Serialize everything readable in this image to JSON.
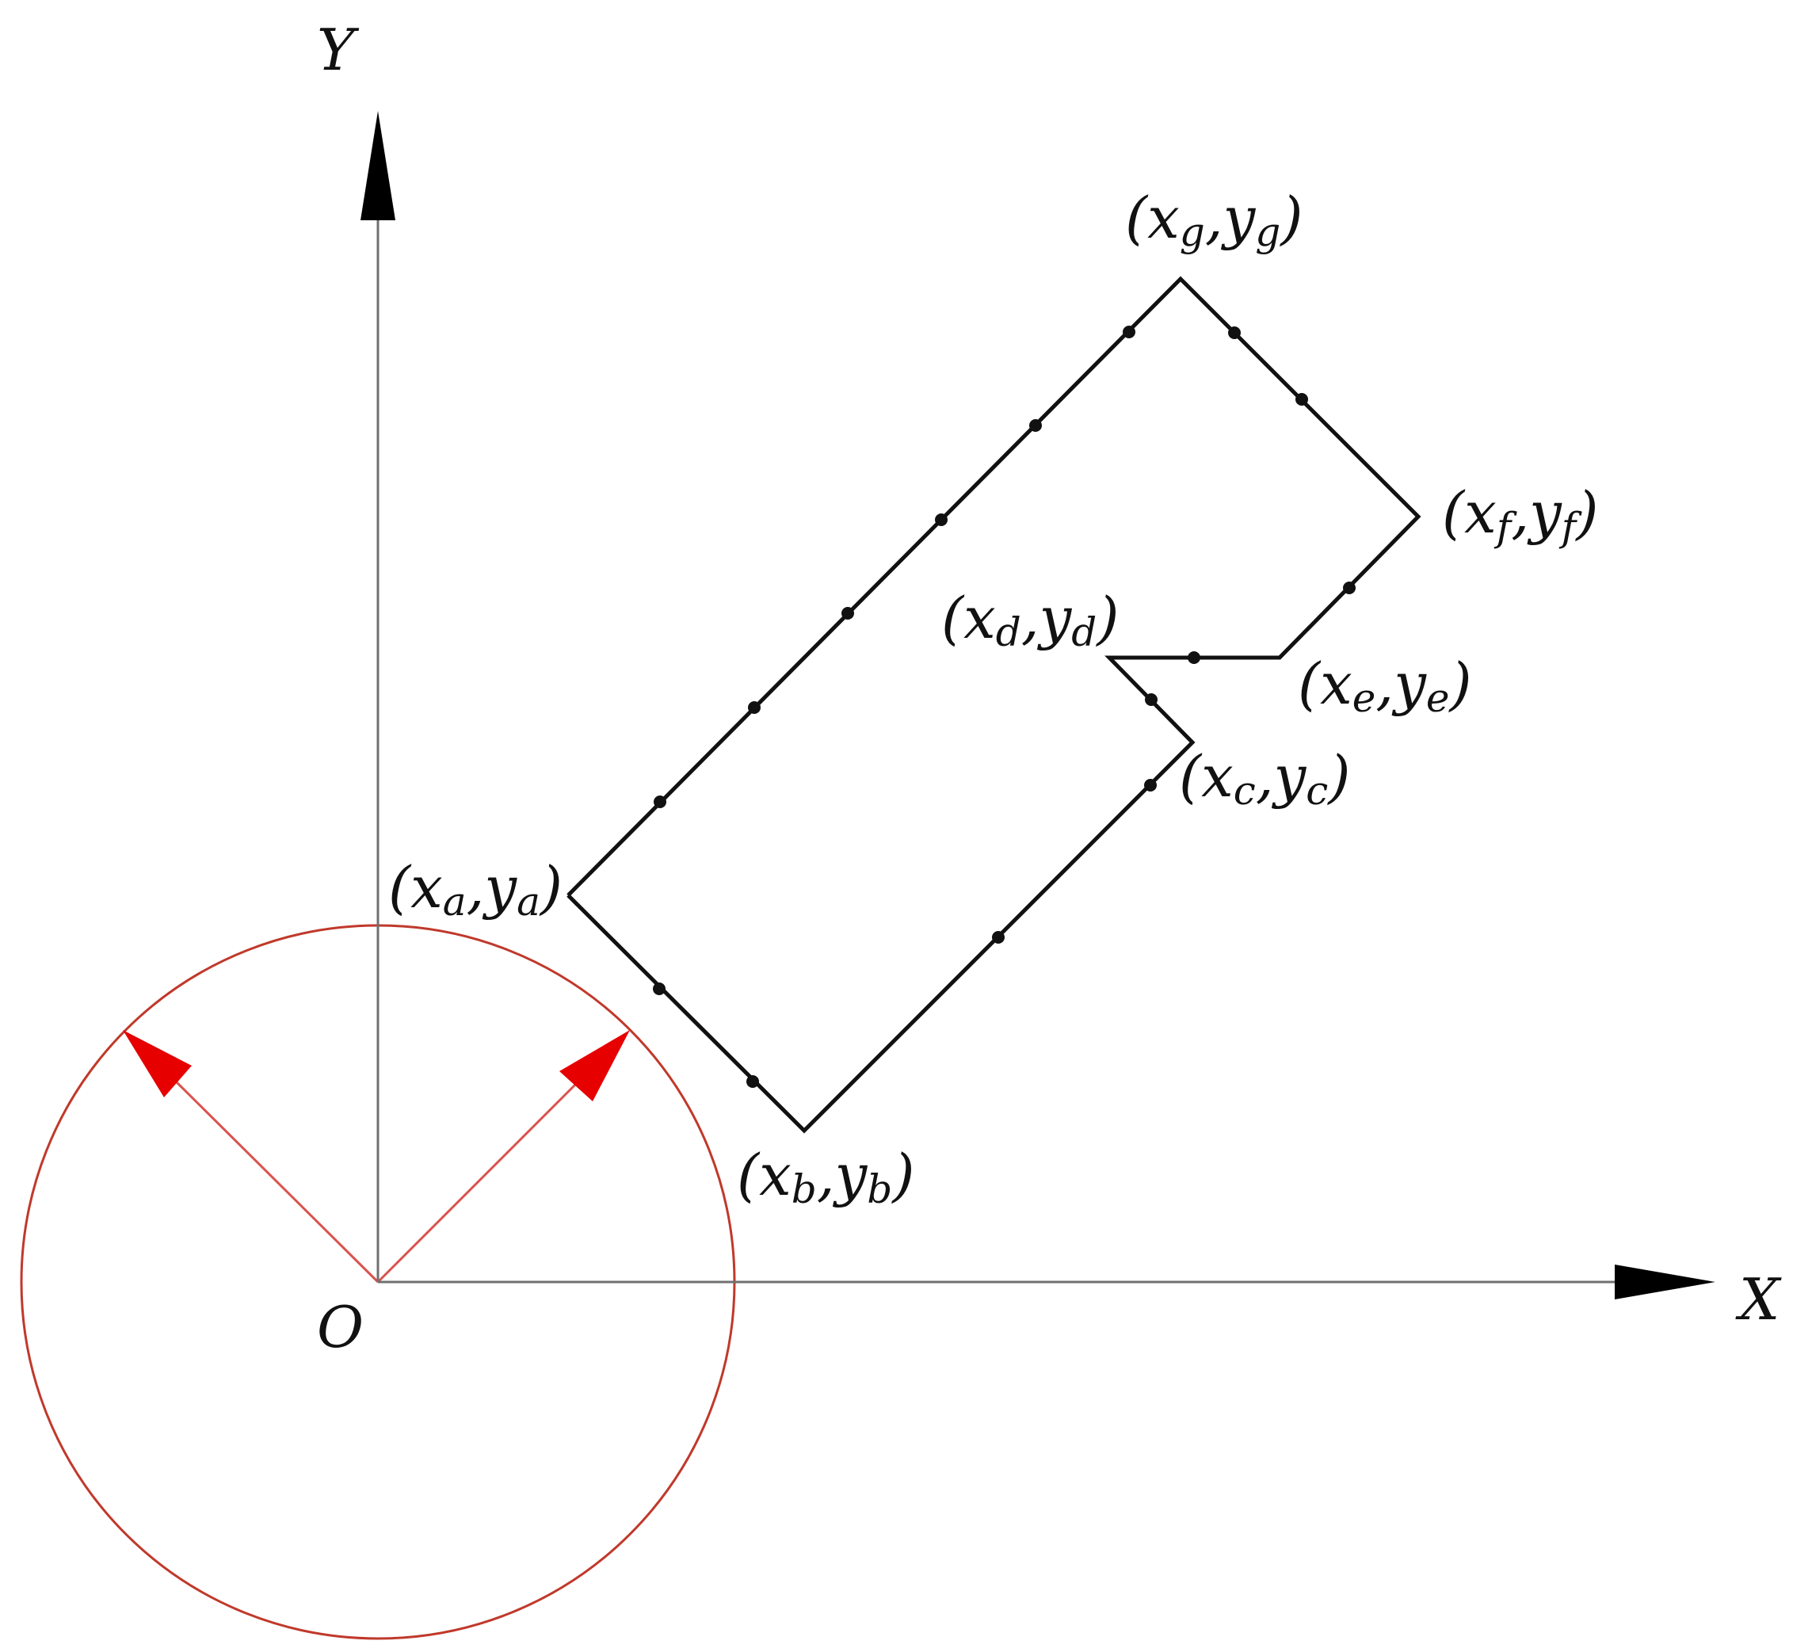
{
  "colors": {
    "axis": "#707070",
    "shape": "#111111",
    "circle": "#c0392b",
    "arrow": "#e60000",
    "arrow_shaft": "#d9534f"
  },
  "axes": {
    "x_label": "X",
    "y_label": "Y",
    "origin_label": "O"
  },
  "points": [
    {
      "id": "a",
      "x": "x",
      "xs": "a",
      "sep": ",",
      "y": "y",
      "ys": "a"
    },
    {
      "id": "b",
      "x": "x",
      "xs": "b",
      "sep": ",",
      "y": "y",
      "ys": "b"
    },
    {
      "id": "c",
      "x": "x",
      "xs": "c",
      "sep": ",",
      "y": "y",
      "ys": "c"
    },
    {
      "id": "d",
      "x": "x",
      "xs": "d",
      "sep": ",",
      "y": "y",
      "ys": "d"
    },
    {
      "id": "e",
      "x": "x",
      "xs": "e",
      "sep": ",",
      "y": "y",
      "ys": "e"
    },
    {
      "id": "f",
      "x": "x",
      "xs": "f",
      "sep": ",",
      "y": "y",
      "ys": "f"
    },
    {
      "id": "g",
      "x": "x",
      "xs": "g",
      "sep": ",",
      "y": "y",
      "ys": "g"
    }
  ]
}
